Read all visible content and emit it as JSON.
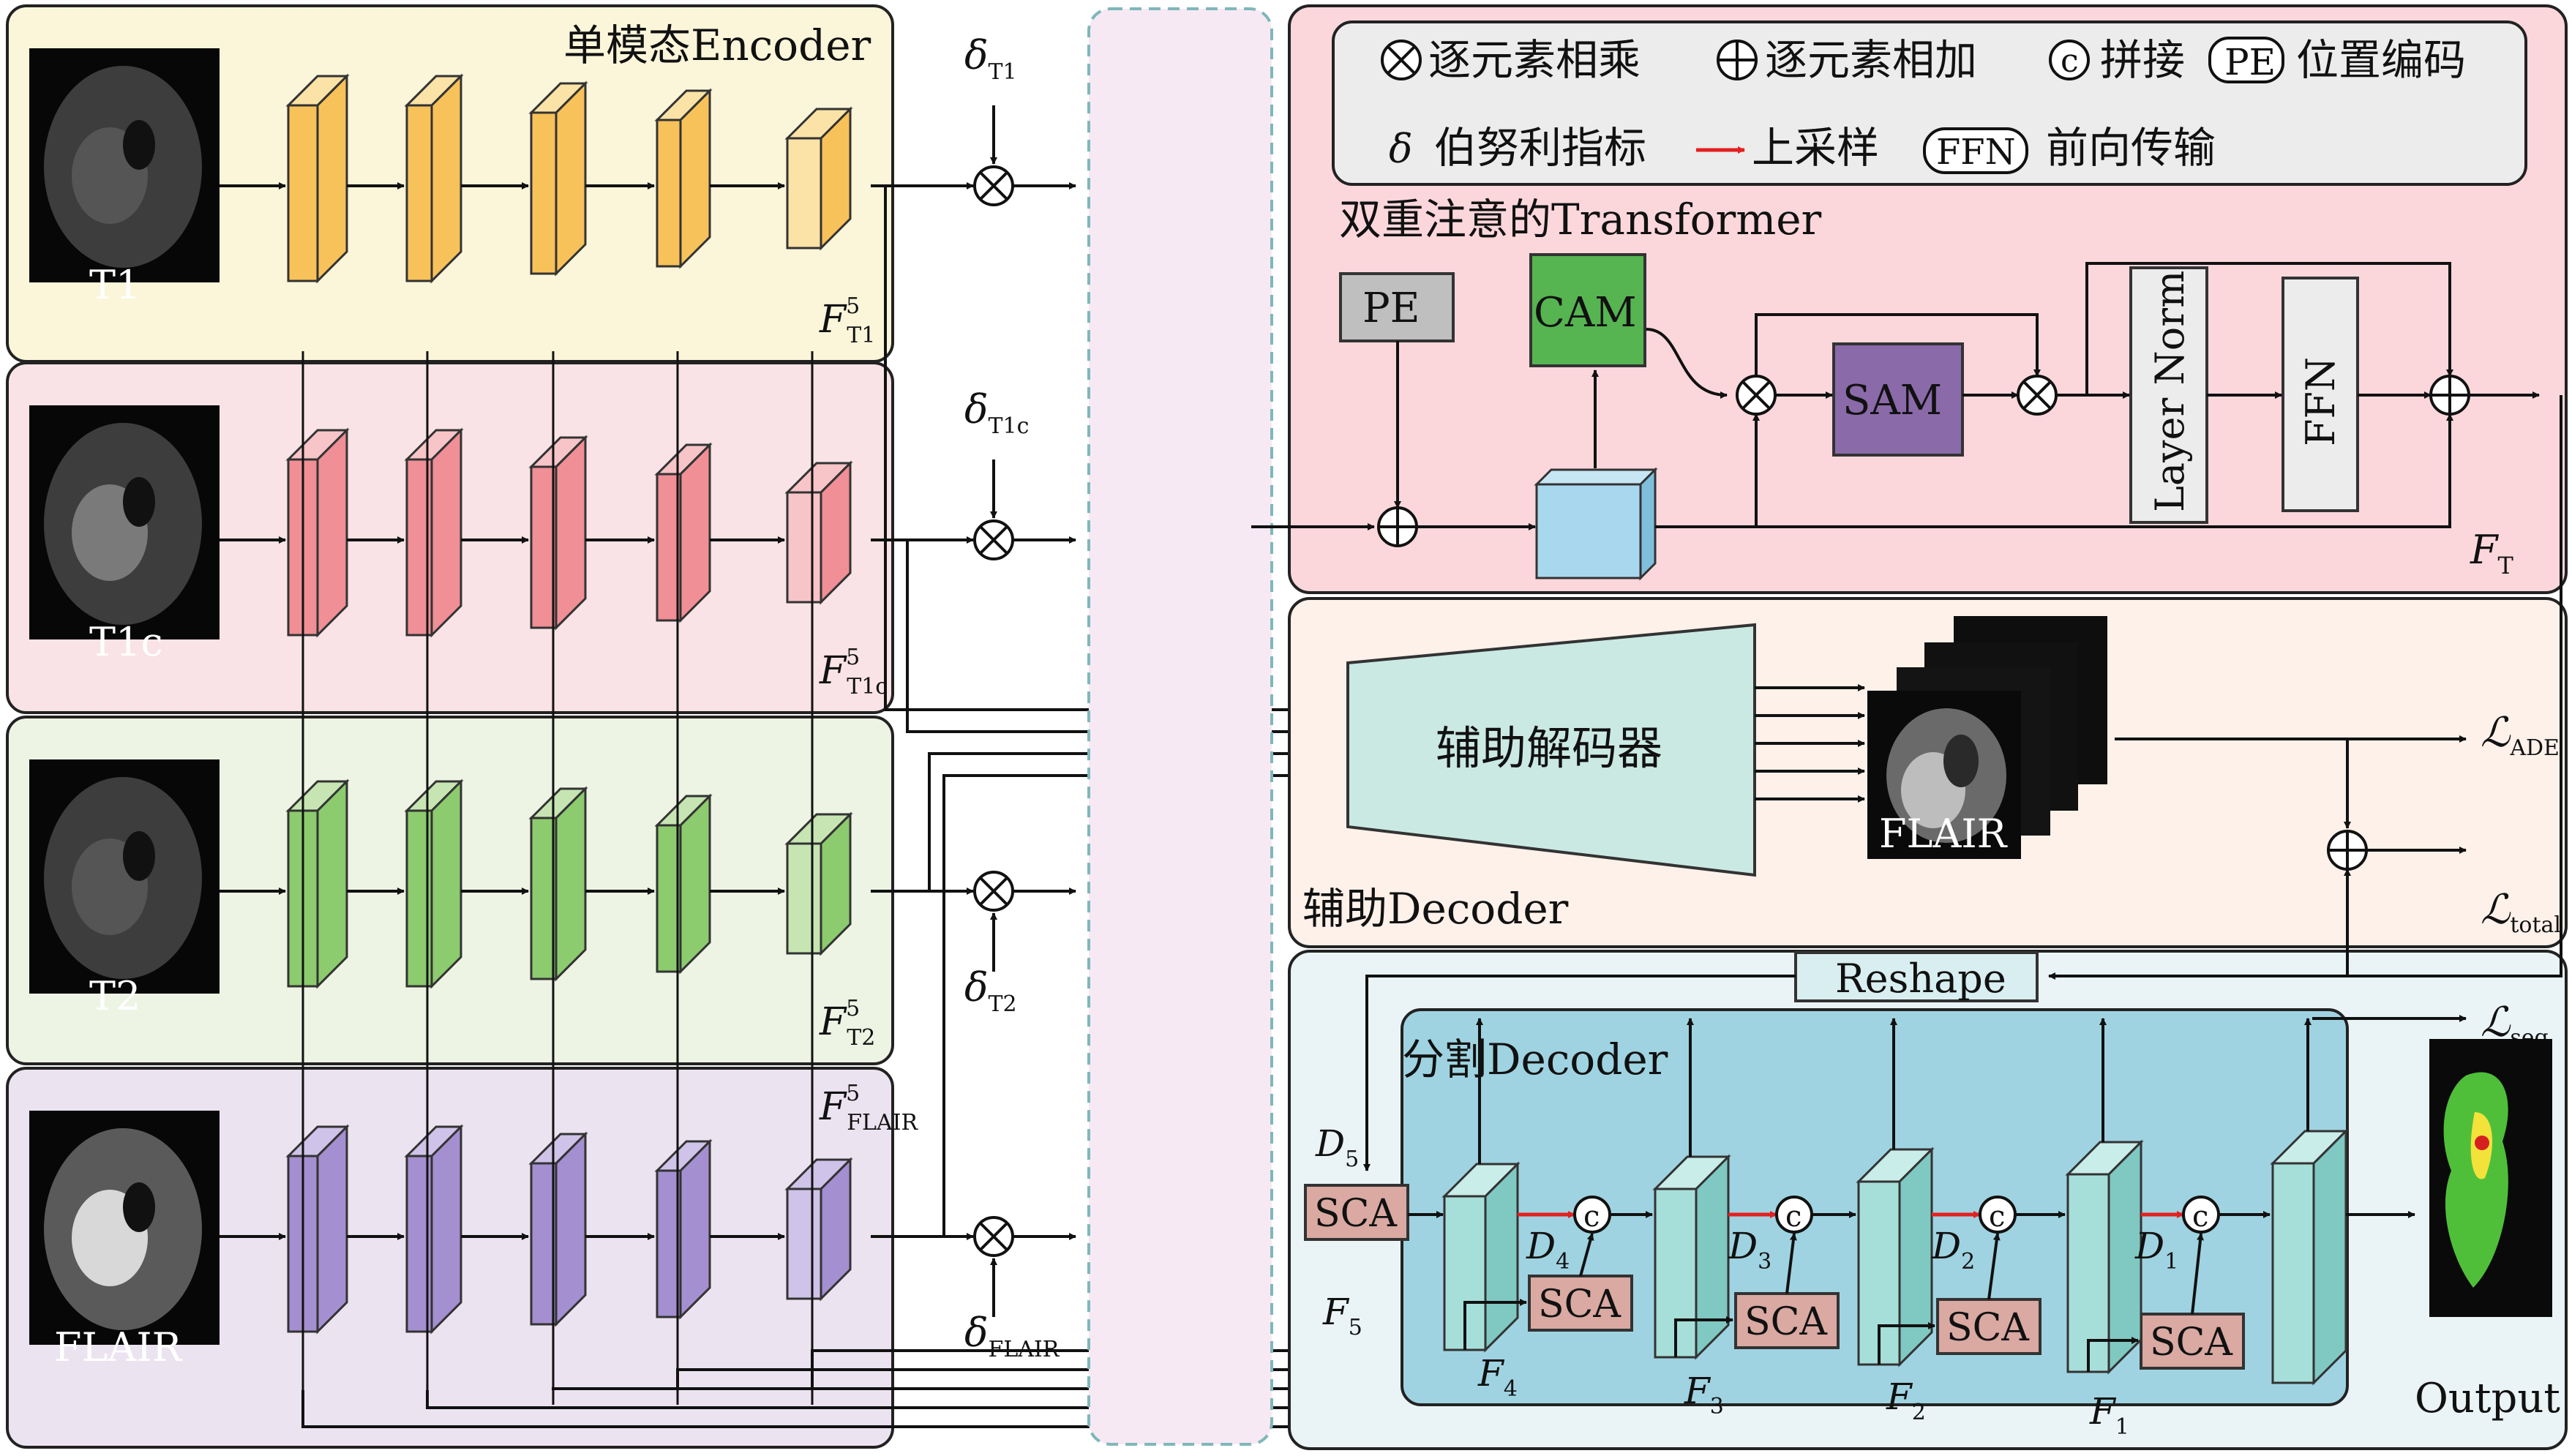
{
  "encoder": {
    "title": "单模态Encoder",
    "modalities": [
      {
        "key": "t1",
        "label": "T1",
        "feat": "F",
        "feat_sup": "5",
        "feat_sub": "T1",
        "delta": "δ",
        "delta_sub": "T1",
        "color": "#f8c25a",
        "light": "#fbe2a6",
        "band": "#fbf6da"
      },
      {
        "key": "t1c",
        "label": "T1c",
        "feat": "F",
        "feat_sup": "5",
        "feat_sub": "T1c",
        "delta": "δ",
        "delta_sub": "T1c",
        "color": "#f08f96",
        "light": "#f7c4c8",
        "band": "#f9e3e6"
      },
      {
        "key": "t2",
        "label": "T2",
        "feat": "F",
        "feat_sup": "5",
        "feat_sub": "T2",
        "delta": "δ",
        "delta_sub": "T2",
        "color": "#8ccb6e",
        "light": "#c6e5b2",
        "band": "#eef4e4"
      },
      {
        "key": "flair",
        "label": "FLAIR",
        "feat": "F",
        "feat_sup": "5",
        "feat_sub": "FLAIR",
        "delta": "δ",
        "delta_sub": "FLAIR",
        "color": "#a48fd0",
        "light": "#cfc3e9",
        "band": "#ece3f0"
      }
    ]
  },
  "legend": {
    "mul_symbol": "⊗",
    "mul_text": "逐元素相乘",
    "add_symbol": "⊕",
    "add_text": "逐元素相加",
    "cat_symbol": "c",
    "cat_text": "拼接",
    "pe_symbol": "PE",
    "pe_text": "位置编码",
    "delta_symbol": "δ",
    "delta_text": "伯努利指标",
    "up_text": "上采样",
    "ffn_symbol": "FFN",
    "ffn_text": "前向传输"
  },
  "transformer": {
    "title": "双重注意的Transformer",
    "pe": "PE",
    "cam": "CAM",
    "sam": "SAM",
    "layer_norm": "Layer Norm",
    "ffn": "FFN",
    "out_feat": "F",
    "out_sub": "T"
  },
  "aux_decoder": {
    "title": "辅助Decoder",
    "block": "辅助解码器",
    "recon_label": "FLAIR",
    "loss_ade": "ℒ",
    "loss_ade_sub": "ADE",
    "loss_total": "ℒ",
    "loss_total_sub": "total"
  },
  "seg_decoder": {
    "title": "分割Decoder",
    "reshape": "Reshape",
    "loss_seg": "ℒ",
    "loss_seg_sub": "seg",
    "sca": "SCA",
    "d_labels": [
      {
        "t": "D",
        "s": "5"
      },
      {
        "t": "D",
        "s": "4"
      },
      {
        "t": "D",
        "s": "3"
      },
      {
        "t": "D",
        "s": "2"
      },
      {
        "t": "D",
        "s": "1"
      }
    ],
    "f_labels": [
      {
        "t": "F",
        "s": "5"
      },
      {
        "t": "F",
        "s": "4"
      },
      {
        "t": "F",
        "s": "3"
      },
      {
        "t": "F",
        "s": "2"
      },
      {
        "t": "F",
        "s": "1"
      }
    ],
    "output": "Output"
  },
  "colors": {
    "transformer_bg": "#fbd7dc",
    "aux_bg": "#fdf1ea",
    "seg_outer_bg": "#eaf4f6",
    "seg_inner_bg": "#9fd3e1",
    "latent_bg": "#f6e9f4",
    "sca": "#d9a9a2",
    "cam": "#56b451",
    "sam": "#8a6aa9",
    "pe": "#bfbfbf",
    "cube": "#a9d8ee",
    "decoder_trap": "#cbe9e3",
    "dec_block": "#a6dfd9"
  }
}
